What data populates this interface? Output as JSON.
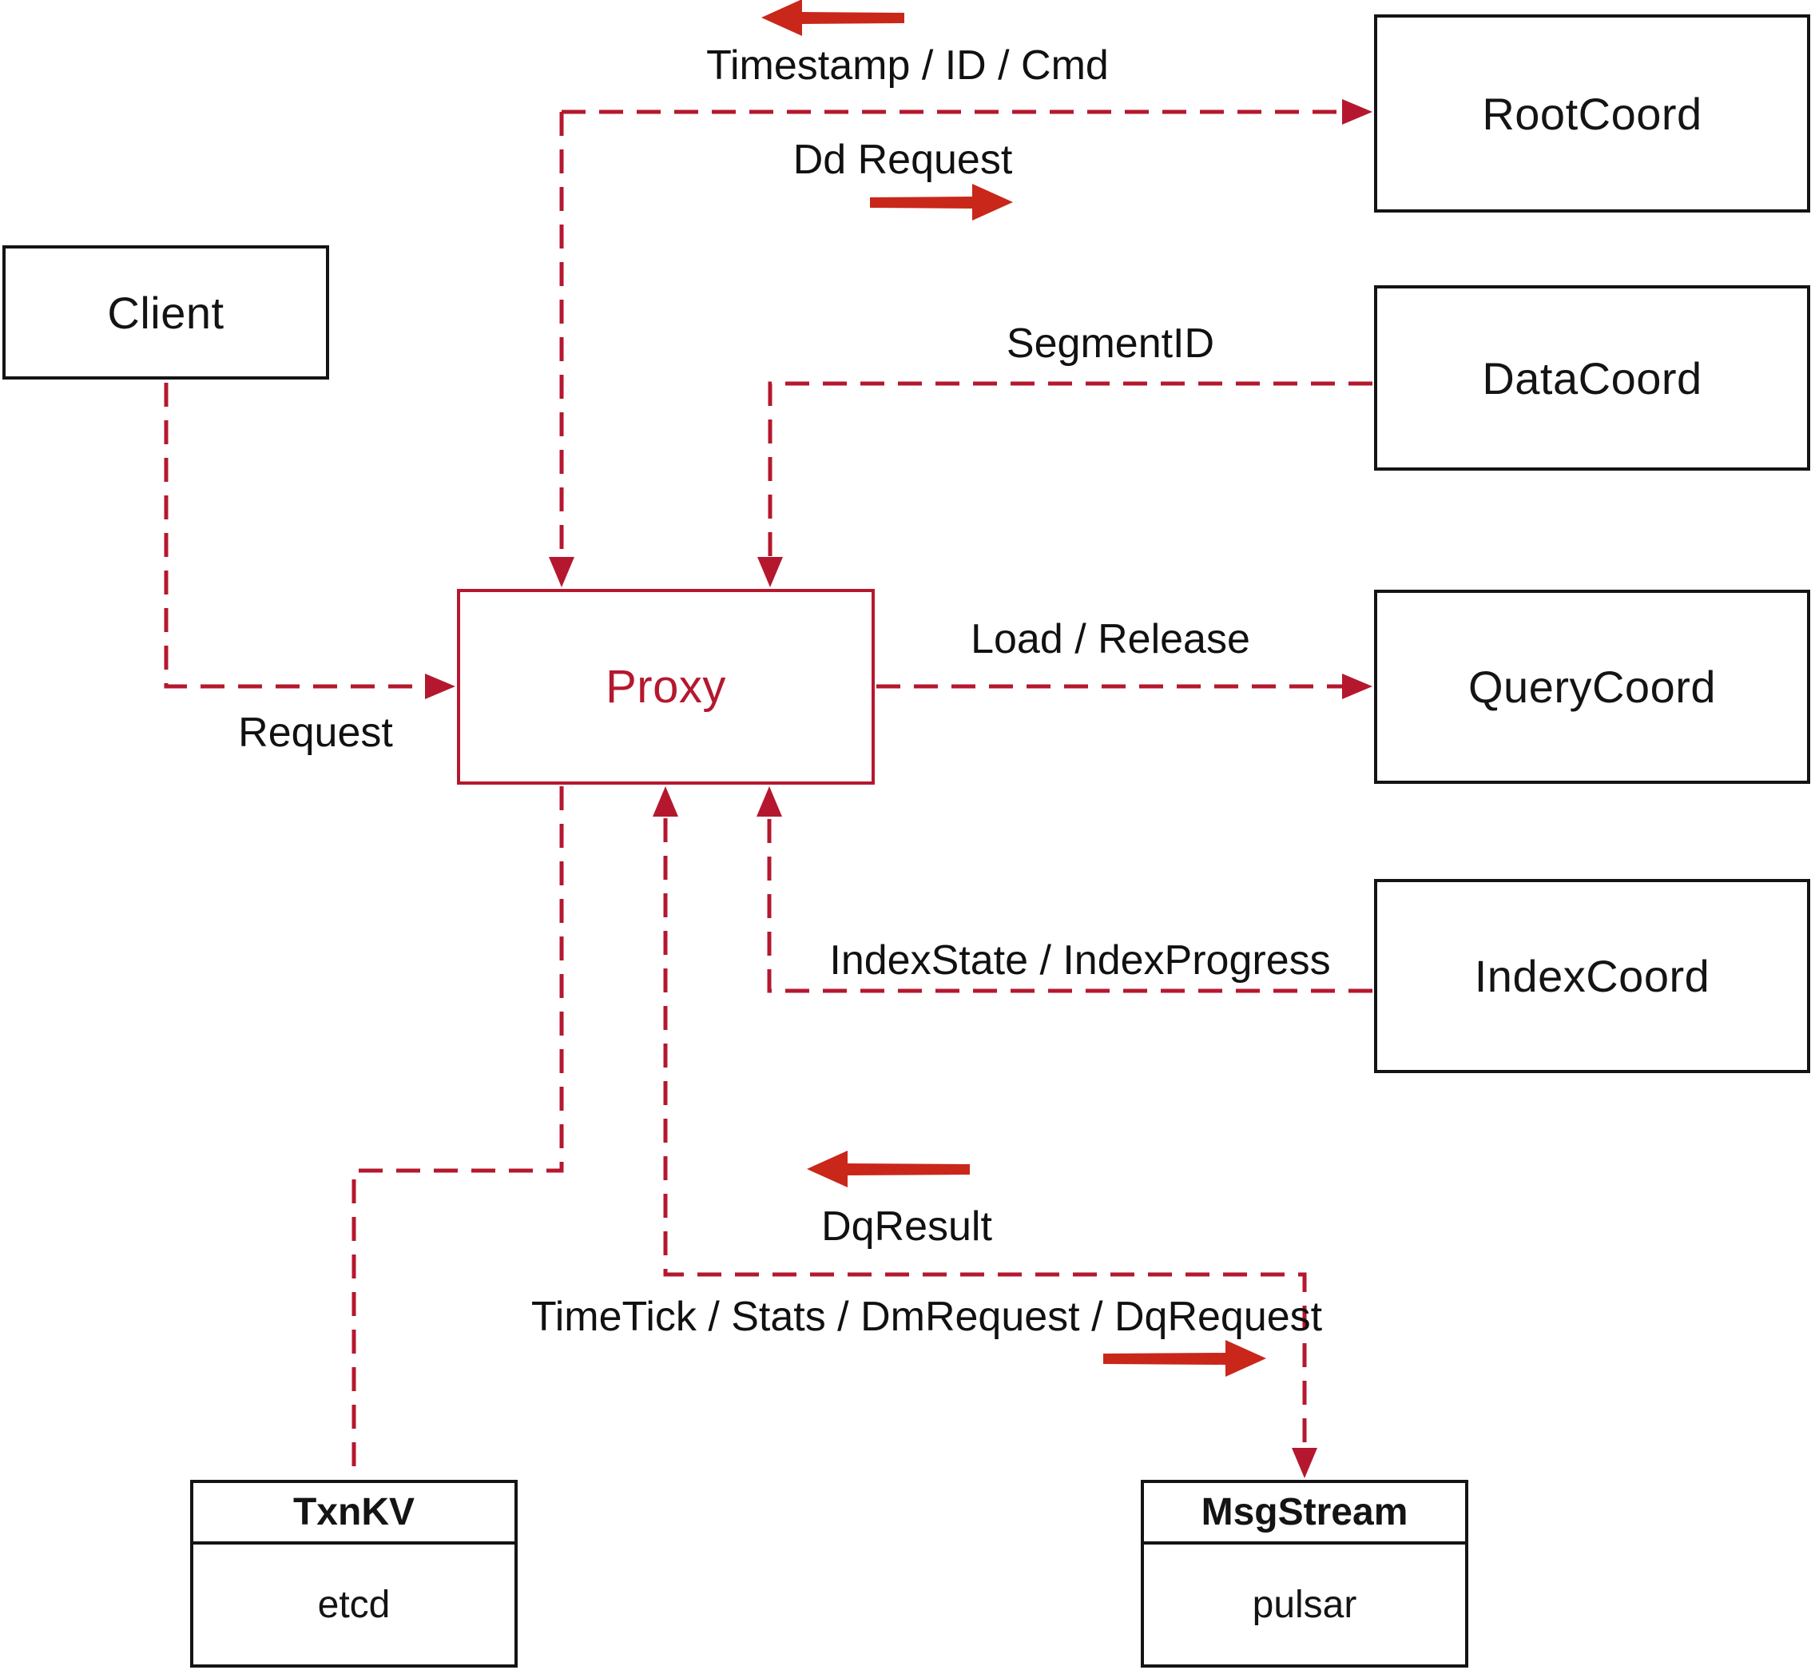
{
  "diagram": {
    "title_hint": "proxy architecture diagram",
    "colors": {
      "background": "#ffffff",
      "dashed_line_red": "#b5182e",
      "bold_arrow_red": "#c9271a",
      "box_border_black": "#141414",
      "label_text": "#111111"
    },
    "nodes": {
      "client": {
        "label": "Client"
      },
      "proxy": {
        "label": "Proxy"
      },
      "root_coord": {
        "label": "RootCoord"
      },
      "data_coord": {
        "label": "DataCoord"
      },
      "query_coord": {
        "label": "QueryCoord"
      },
      "index_coord": {
        "label": "IndexCoord"
      },
      "txn_kv": {
        "title": "TxnKV",
        "subtitle": "etcd"
      },
      "msg_stream": {
        "title": "MsgStream",
        "subtitle": "pulsar"
      }
    },
    "edge_labels": {
      "timestamp_id_cmd": "Timestamp / ID / Cmd",
      "dd_request": "Dd Request",
      "segment_id": "SegmentID",
      "load_release": "Load / Release",
      "index_state_progress": "IndexState / IndexProgress",
      "request": "Request",
      "dq_result": "DqResult",
      "time_tick_bundle": "TimeTick / Stats / DmRequest / DqRequest"
    }
  }
}
